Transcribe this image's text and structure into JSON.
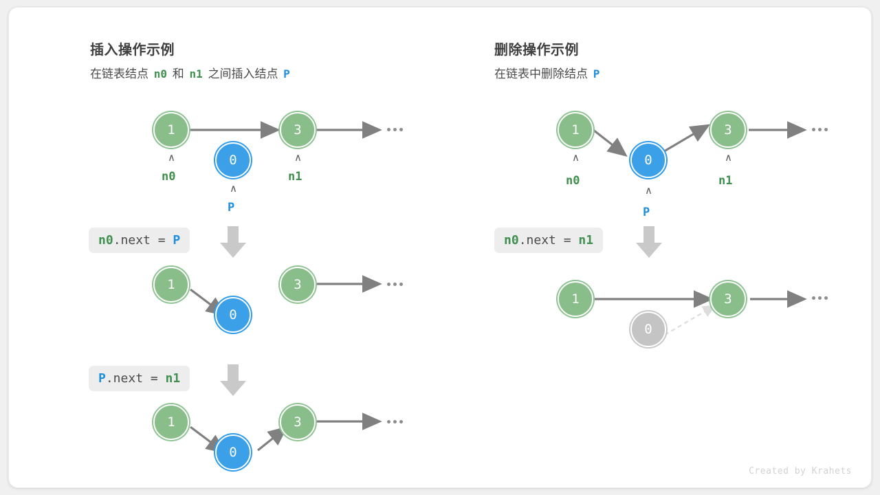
{
  "footer": {
    "credit": "Created by Krahets"
  },
  "colors": {
    "node_green_fill": "#89bd8a",
    "node_green_ring": "#8ec492",
    "node_blue_fill": "#3ba0e8",
    "node_blue_ring": "#2e9bec",
    "node_gray_fill": "#c4c4c4",
    "node_gray_ring": "#c9c9c9",
    "edge": "#808080",
    "edge_dashed": "#dcdcdc",
    "label_green": "#3f8f4f",
    "label_blue": "#1f8fdd",
    "chip_bg": "#ededed",
    "card_bg": "#ffffff",
    "page_bg": "#f0f0f0"
  },
  "panels": [
    {
      "id": "insert",
      "title": "插入操作示例",
      "subtitle_parts": [
        {
          "text": "在链表结点 ",
          "style": "plain"
        },
        {
          "text": "n0",
          "style": "green-mono"
        },
        {
          "text": " 和 ",
          "style": "plain"
        },
        {
          "text": "n1",
          "style": "green-mono"
        },
        {
          "text": " 之间插入结点 ",
          "style": "plain"
        },
        {
          "text": "P",
          "style": "blue-mono"
        }
      ],
      "steps": [
        {
          "step_index": 0,
          "code_tokens": [
            {
              "text": "n0",
              "style": "green"
            },
            {
              "text": ".next = ",
              "style": "plain"
            },
            {
              "text": "P",
              "style": "blue"
            }
          ],
          "nodes": [
            {
              "value": "1",
              "color": "green",
              "pointer": "n0",
              "pointer_color": "green"
            },
            {
              "value": "0",
              "color": "blue",
              "pointer": "P",
              "pointer_color": "blue"
            },
            {
              "value": "3",
              "color": "green",
              "pointer": "n1",
              "pointer_color": "green"
            }
          ],
          "edges": [
            "1 -> 3 (straight)",
            "3 -> ellipsis (straight)"
          ],
          "ellipsis": "..."
        },
        {
          "step_index": 1,
          "code_tokens": [
            {
              "text": "P",
              "style": "blue"
            },
            {
              "text": ".next = ",
              "style": "plain"
            },
            {
              "text": "n1",
              "style": "green"
            }
          ],
          "nodes": [
            {
              "value": "1",
              "color": "green"
            },
            {
              "value": "0",
              "color": "blue"
            },
            {
              "value": "3",
              "color": "green"
            }
          ],
          "edges": [
            "1 -> 0 (diagonal down)",
            "3 -> ellipsis (straight)"
          ],
          "ellipsis": "..."
        },
        {
          "step_index": 2,
          "code_tokens": [],
          "nodes": [
            {
              "value": "1",
              "color": "green"
            },
            {
              "value": "0",
              "color": "blue"
            },
            {
              "value": "3",
              "color": "green"
            }
          ],
          "edges": [
            "1 -> 0 (diagonal down)",
            "0 -> 3 (diagonal up)",
            "3 -> ellipsis (straight)"
          ],
          "ellipsis": "..."
        }
      ]
    },
    {
      "id": "delete",
      "title": "删除操作示例",
      "subtitle_parts": [
        {
          "text": "在链表中删除结点 ",
          "style": "plain"
        },
        {
          "text": "P",
          "style": "blue-mono"
        }
      ],
      "steps": [
        {
          "step_index": 0,
          "code_tokens": [
            {
              "text": "n0",
              "style": "green"
            },
            {
              "text": ".next = ",
              "style": "plain"
            },
            {
              "text": "n1",
              "style": "green"
            }
          ],
          "nodes": [
            {
              "value": "1",
              "color": "green",
              "pointer": "n0",
              "pointer_color": "green"
            },
            {
              "value": "0",
              "color": "blue",
              "pointer": "P",
              "pointer_color": "blue"
            },
            {
              "value": "3",
              "color": "green",
              "pointer": "n1",
              "pointer_color": "green"
            }
          ],
          "edges": [
            "1 -> 0 (diagonal down)",
            "0 -> 3 (diagonal up)",
            "3 -> ellipsis (straight)"
          ],
          "ellipsis": "..."
        },
        {
          "step_index": 1,
          "code_tokens": [],
          "nodes": [
            {
              "value": "1",
              "color": "green"
            },
            {
              "value": "0",
              "color": "gray"
            },
            {
              "value": "3",
              "color": "green"
            }
          ],
          "edges": [
            "1 -> 3 (straight)",
            "0 -> 3 (diagonal dashed, detached)",
            "3 -> ellipsis (straight)"
          ],
          "ellipsis": "..."
        }
      ]
    }
  ]
}
